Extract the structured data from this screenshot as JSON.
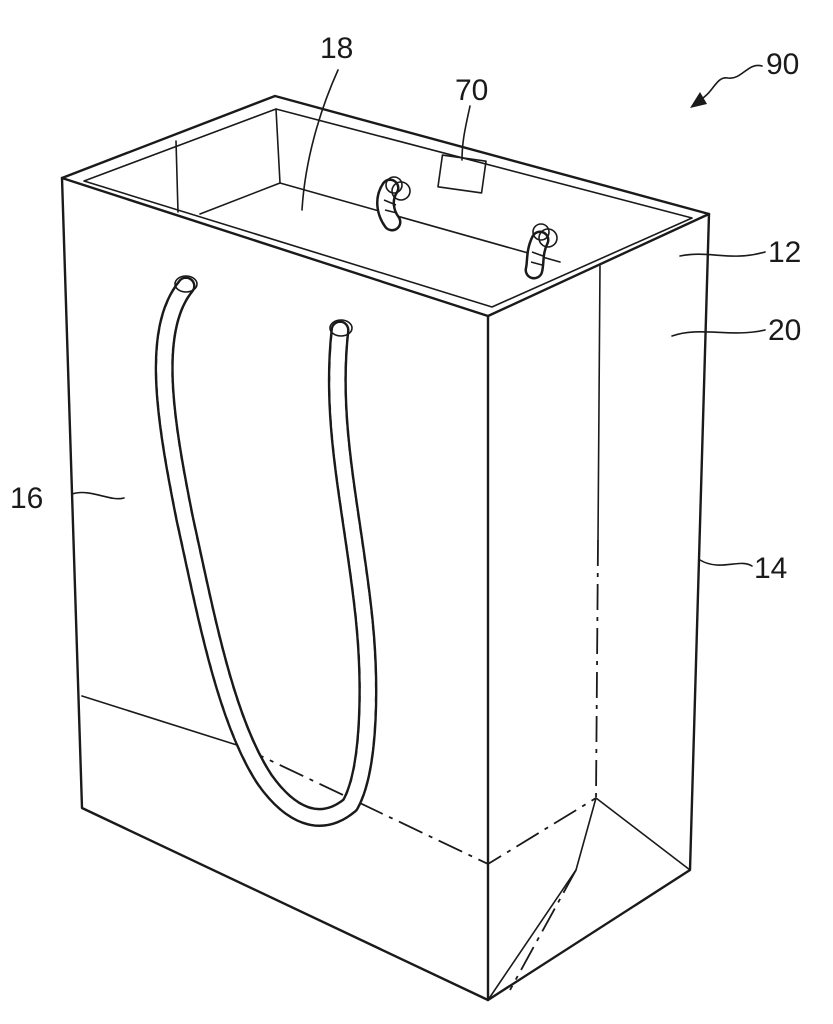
{
  "figure": {
    "reference_numerals": {
      "assembly": "90",
      "bag_body": "12",
      "side_panel": "20",
      "front_panel": "16",
      "side_edge": "14",
      "opening": "18",
      "label": "70"
    }
  }
}
